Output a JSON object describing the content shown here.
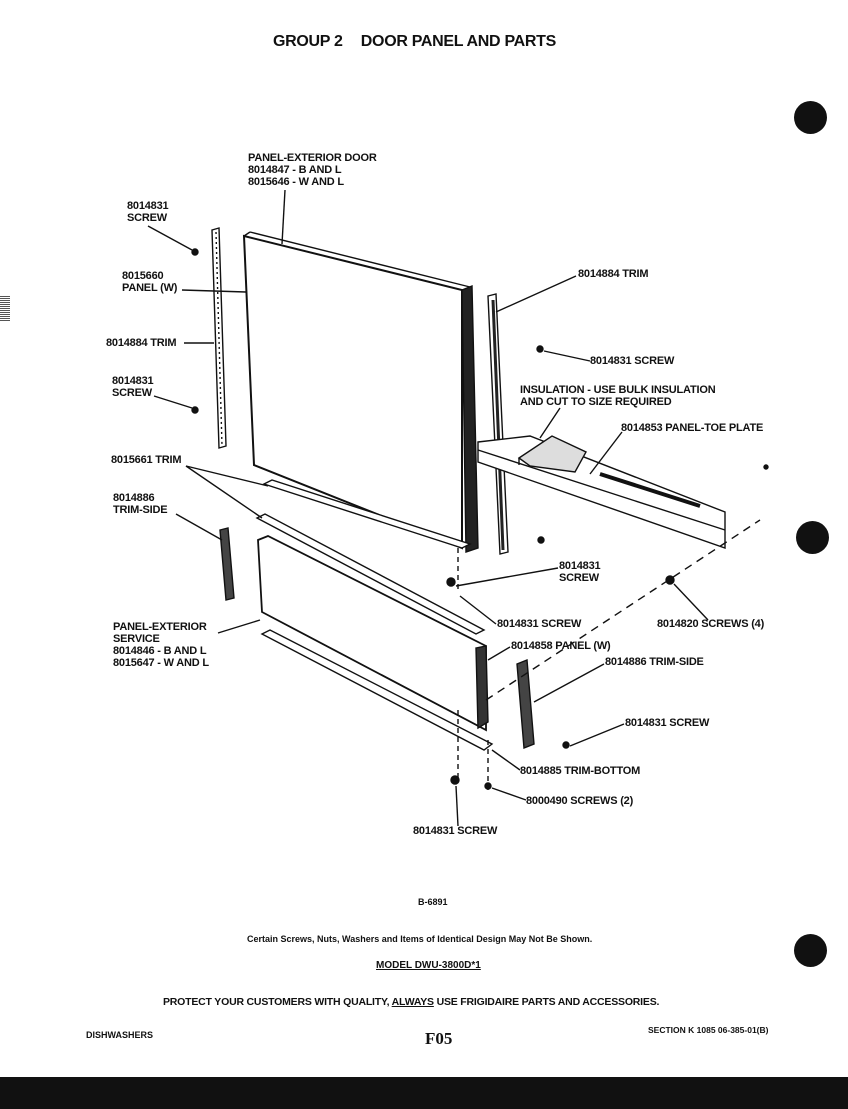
{
  "header": {
    "group": "GROUP 2",
    "title": "DOOR PANEL AND PARTS"
  },
  "callouts": {
    "panel_exterior_door": [
      "PANEL-EXTERIOR DOOR",
      "8014847 - B AND L",
      "8015646 - W AND L"
    ],
    "screw_top_left": [
      "8014831",
      "SCREW"
    ],
    "panel_w_left": [
      "8015660",
      "PANEL (W)"
    ],
    "trim_left": "8014884 TRIM",
    "screw_mid_left": [
      "8014831",
      "SCREW"
    ],
    "trim_right_top": "8014884 TRIM",
    "screw_right_top": "8014831 SCREW",
    "insulation": [
      "INSULATION - USE BULK INSULATION",
      "AND CUT TO SIZE REQUIRED"
    ],
    "toe_plate": "8014853 PANEL-TOE PLATE",
    "trim_8015661": "8015661 TRIM",
    "trim_side_left": [
      "8014886",
      "TRIM-SIDE"
    ],
    "screw_center": [
      "8014831",
      "SCREW"
    ],
    "screw_center_low": "8014831 SCREW",
    "screws_4": "8014820 SCREWS (4)",
    "panel_exterior_service": [
      "PANEL-EXTERIOR",
      "SERVICE",
      "8014846 - B AND L",
      "8015647 - W AND L"
    ],
    "panel_w_bottom": "8014858 PANEL (W)",
    "trim_side_right": "8014886 TRIM-SIDE",
    "screw_right_low": "8014831 SCREW",
    "trim_bottom": "8014885 TRIM-BOTTOM",
    "screws_2": "8000490 SCREWS (2)",
    "screw_bottom": "8014831 SCREW"
  },
  "figure_id": "B-6891",
  "disclaimer": "Certain Screws, Nuts, Washers and Items of Identical Design May Not Be Shown.",
  "model": "MODEL DWU-3800D*1",
  "protect": {
    "before": "PROTECT YOUR CUSTOMERS WITH QUALITY, ",
    "emphasis": "ALWAYS",
    "after": " USE FRIGIDAIRE PARTS AND ACCESSORIES."
  },
  "footer": {
    "left": "DISHWASHERS",
    "page": "F05",
    "right": "SECTION K  1085  06-385-01(B)"
  }
}
